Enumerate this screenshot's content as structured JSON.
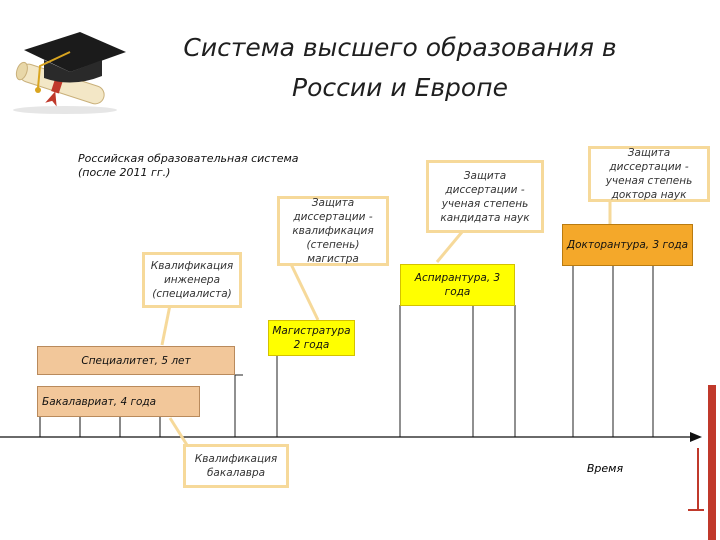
{
  "title_line1": "Система высшего образования в",
  "title_line2": "России и Европе",
  "subtitle": "Российская образовательная система (после 2011 гг.)",
  "callouts": {
    "engineer": "Квалификация инженера (специалиста)",
    "master_defense": "Защита диссертации - квалификация (степень) магистра",
    "candidate_defense": "Защита диссертации - ученая степень кандидата наук",
    "doctor_defense": "Защита диссертации - ученая степень доктора наук",
    "bachelor_qual": "Квалификация бакалавра"
  },
  "stages": {
    "doctorate": "Докторантура, 3 года",
    "aspirantura": "Аспирантура, 3 года",
    "magistratura": "Магистратура 2 года",
    "specialist": "Специалитет, 5 лет",
    "bachelor": "Бакалавриат, 4 года"
  },
  "time_label": "Время",
  "colors": {
    "yellow": "#ffff00",
    "orange": "#f4a82a",
    "tan": "#f2c79a",
    "callout_border": "#f6d99a",
    "accent_bar": "#c0392b"
  }
}
